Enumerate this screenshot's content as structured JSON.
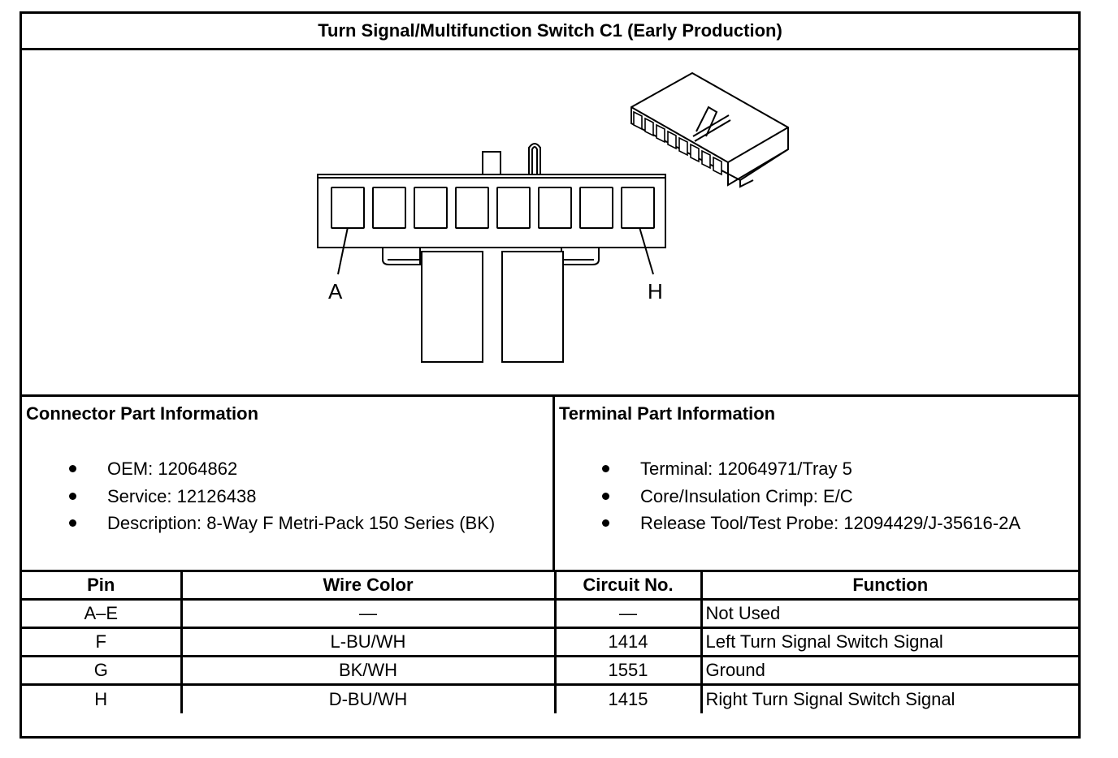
{
  "title": "Turn Signal/Multifunction Switch C1 (Early Production)",
  "diagram": {
    "pin_label_first": "A",
    "pin_label_last": "H"
  },
  "connector_info": {
    "heading": "Connector Part Information",
    "items": [
      "OEM: 12064862",
      "Service: 12126438",
      "Description: 8-Way F Metri-Pack 150 Series (BK)"
    ]
  },
  "terminal_info": {
    "heading": "Terminal Part Information",
    "items": [
      "Terminal: 12064971/Tray 5",
      "Core/Insulation Crimp: E/C",
      "Release Tool/Test Probe: 12094429/J-35616-2A"
    ]
  },
  "pin_table": {
    "headers": [
      "Pin",
      "Wire Color",
      "Circuit No.",
      "Function"
    ],
    "rows": [
      [
        "A–E",
        "—",
        "—",
        "Not Used"
      ],
      [
        "F",
        "L-BU/WH",
        "1414",
        "Left Turn Signal Switch Signal"
      ],
      [
        "G",
        "BK/WH",
        "1551",
        "Ground"
      ],
      [
        "H",
        "D-BU/WH",
        "1415",
        "Right Turn Signal Switch Signal"
      ]
    ]
  }
}
